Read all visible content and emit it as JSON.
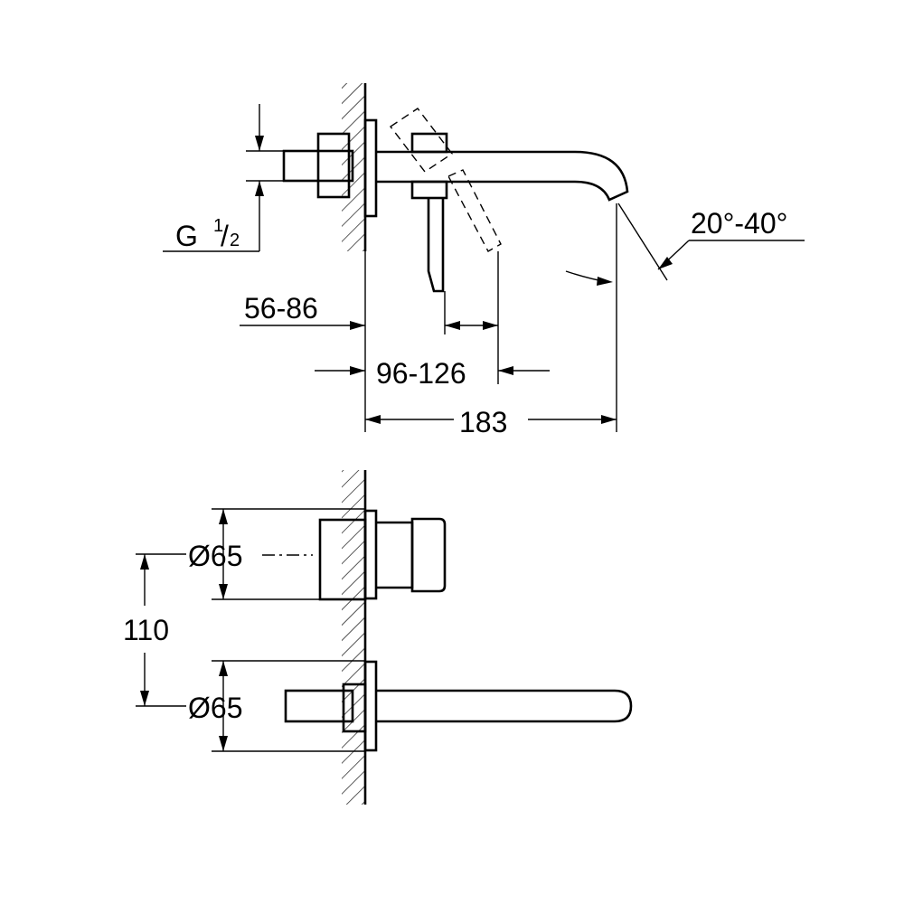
{
  "colors": {
    "line": "#000000",
    "background": "#ffffff"
  },
  "top_view": {
    "thread_label": {
      "prefix": "G",
      "numerator": "1",
      "slash": "/",
      "denominator": "2"
    },
    "wall_depth": "56-86",
    "lever_offset": "96-126",
    "spout_projection": "183",
    "spout_angle": "20°-40°"
  },
  "front_view": {
    "upper_diameter": "Ø65",
    "lower_diameter": "Ø65",
    "spacing": "110"
  }
}
